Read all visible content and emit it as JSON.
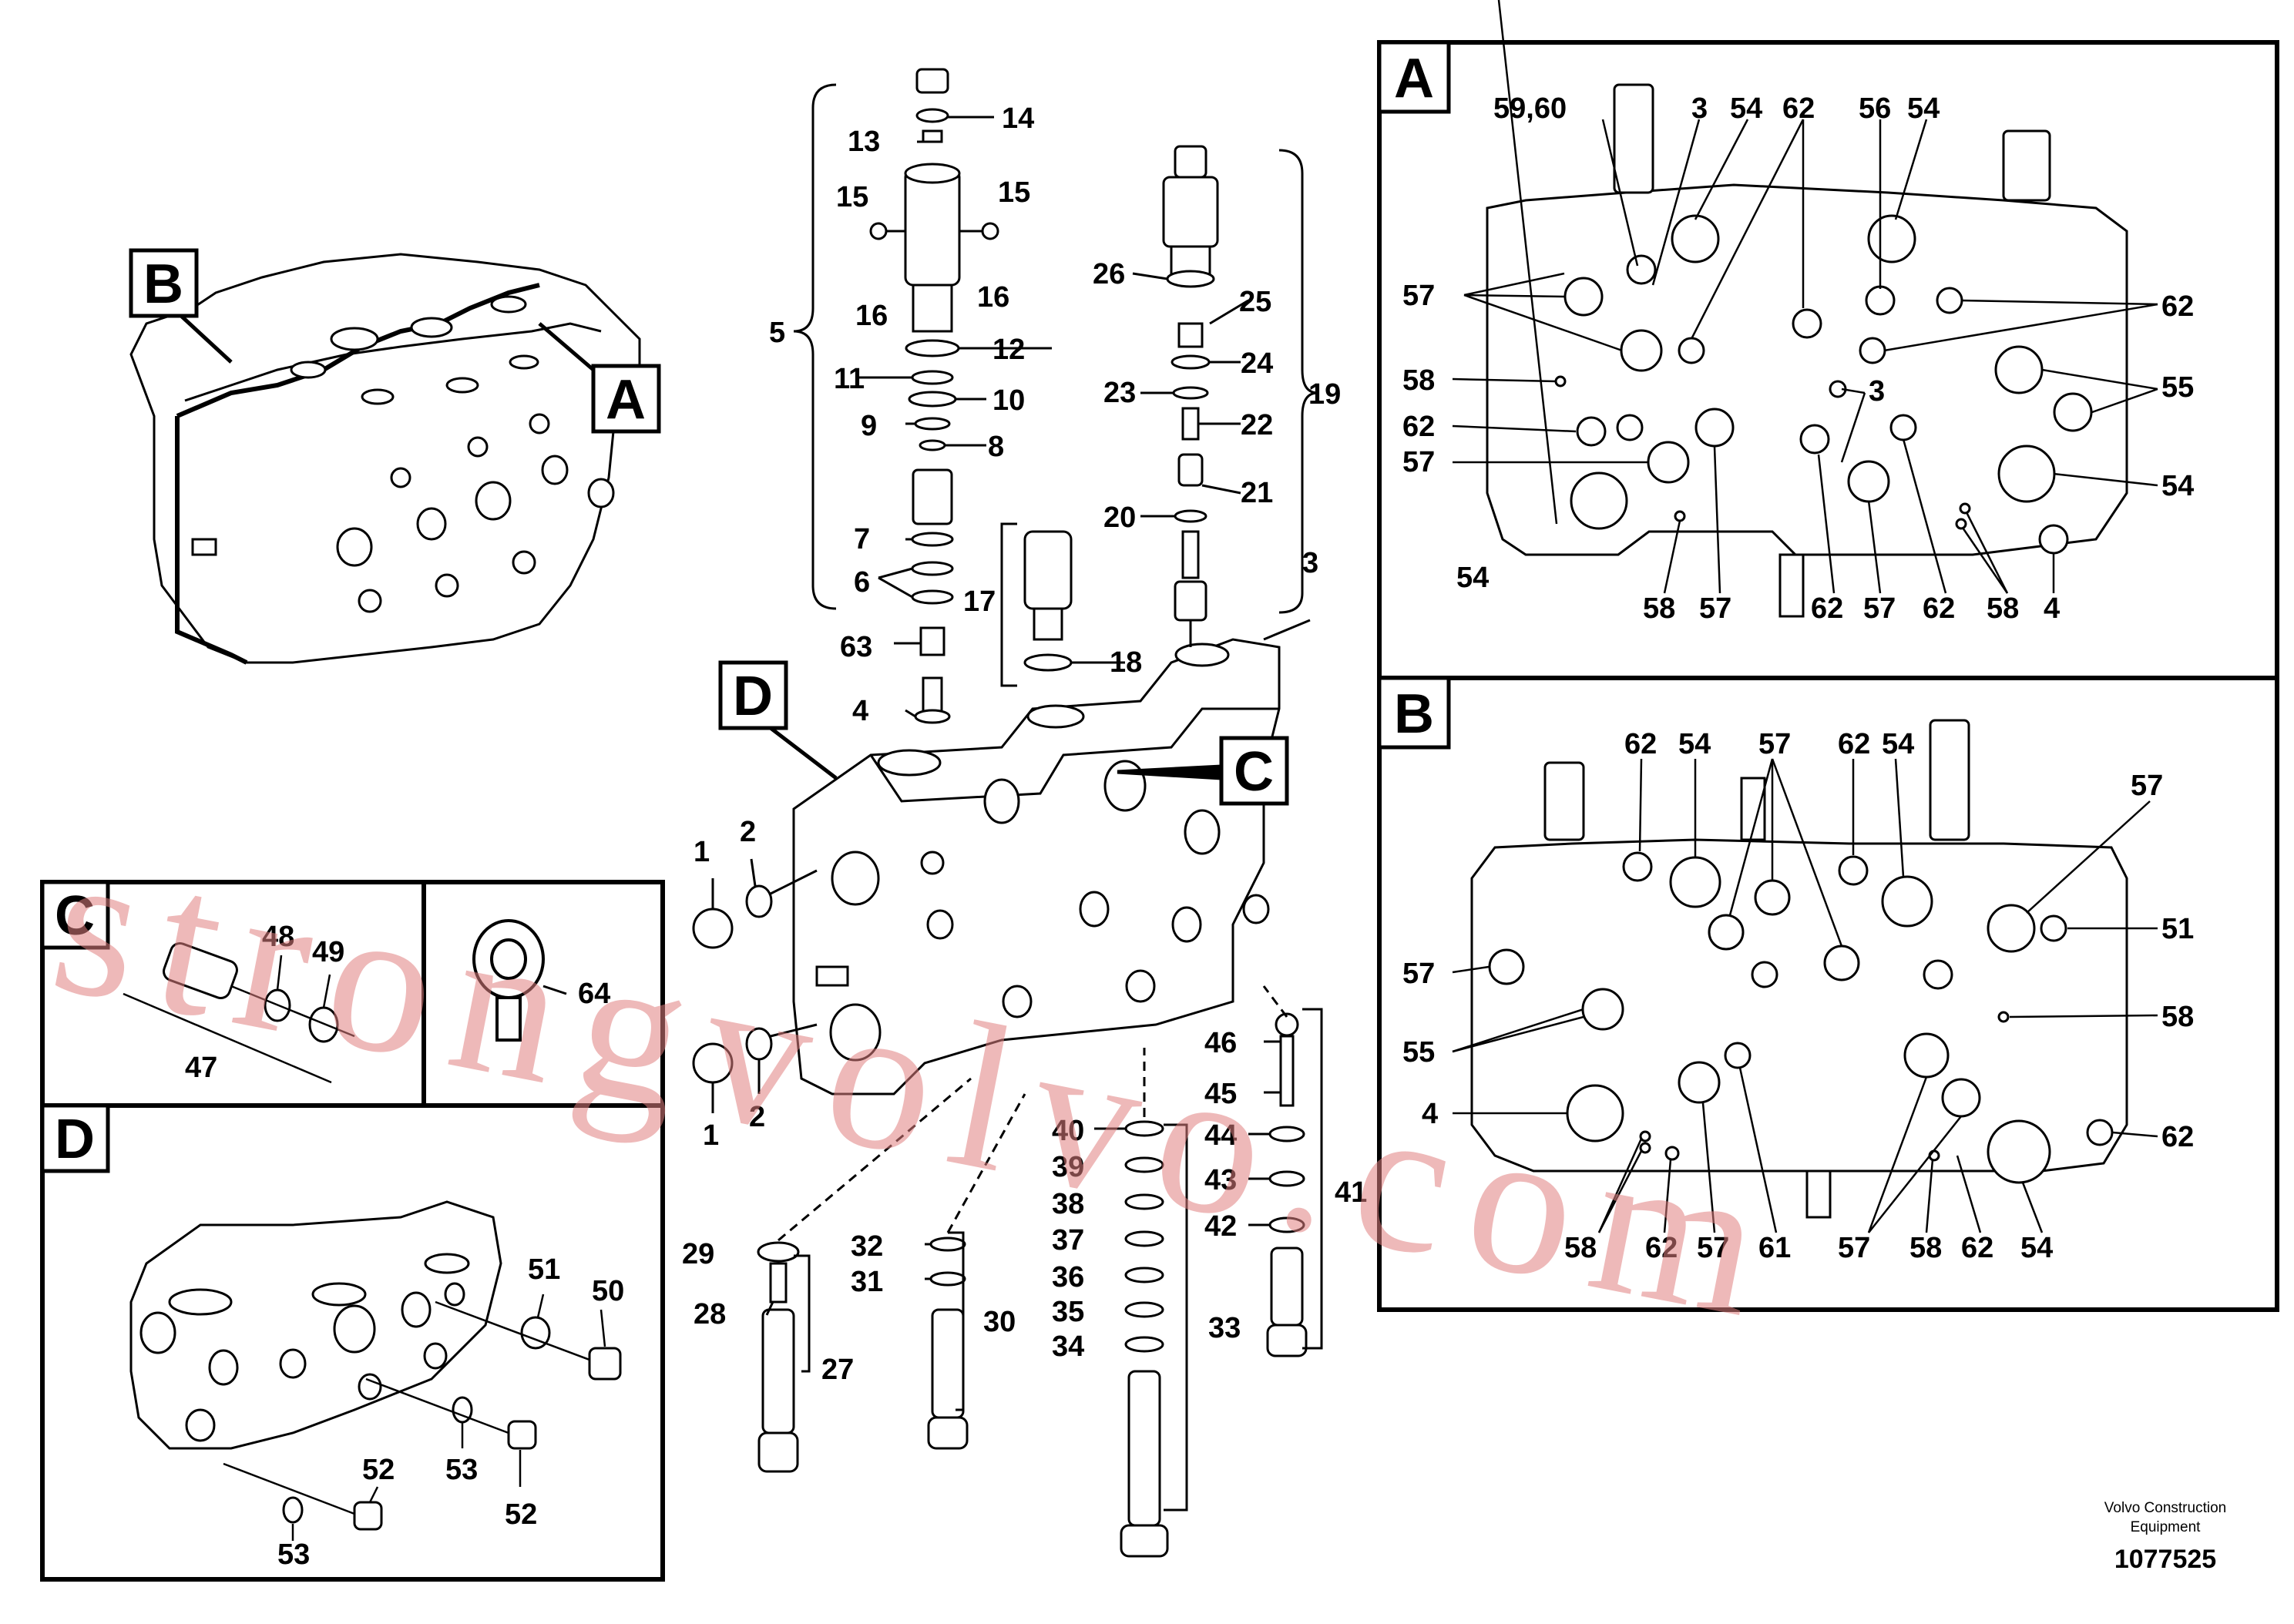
{
  "boxes": {
    "a": "A",
    "b": "B",
    "c": "C",
    "d": "D"
  },
  "footer": {
    "company": "Volvo Construction",
    "company_line2": "Equipment",
    "drawing_number": "1077525"
  },
  "watermark": "strongvolvo.com",
  "labels": {
    "exploded": [
      "13",
      "14",
      "15",
      "15",
      "16",
      "16",
      "5",
      "12",
      "11",
      "10",
      "9",
      "8",
      "7",
      "6",
      "17",
      "63",
      "18",
      "4",
      "26",
      "25",
      "24",
      "23",
      "22",
      "21",
      "20",
      "19",
      "3",
      "1",
      "2",
      "1",
      "2",
      "40",
      "39",
      "38",
      "37",
      "36",
      "35",
      "34",
      "33",
      "46",
      "45",
      "44",
      "43",
      "42",
      "41",
      "29",
      "28",
      "27",
      "32",
      "31",
      "30"
    ],
    "box_a": [
      "59,60",
      "3",
      "54",
      "62",
      "56",
      "54",
      "57",
      "62",
      "58",
      "55",
      "62",
      "3",
      "57",
      "54",
      "54",
      "58",
      "57",
      "62",
      "57",
      "62",
      "58",
      "4"
    ],
    "box_b": [
      "62",
      "54",
      "57",
      "62",
      "54",
      "57",
      "57",
      "51",
      "58",
      "55",
      "4",
      "62",
      "58",
      "62",
      "57",
      "61",
      "57",
      "58",
      "62",
      "54"
    ],
    "box_c": [
      "48",
      "49",
      "47",
      "64"
    ],
    "box_d": [
      "51",
      "50",
      "53",
      "52",
      "52",
      "53"
    ]
  },
  "colors": {
    "line": "#000000",
    "watermark": "#e08080"
  }
}
